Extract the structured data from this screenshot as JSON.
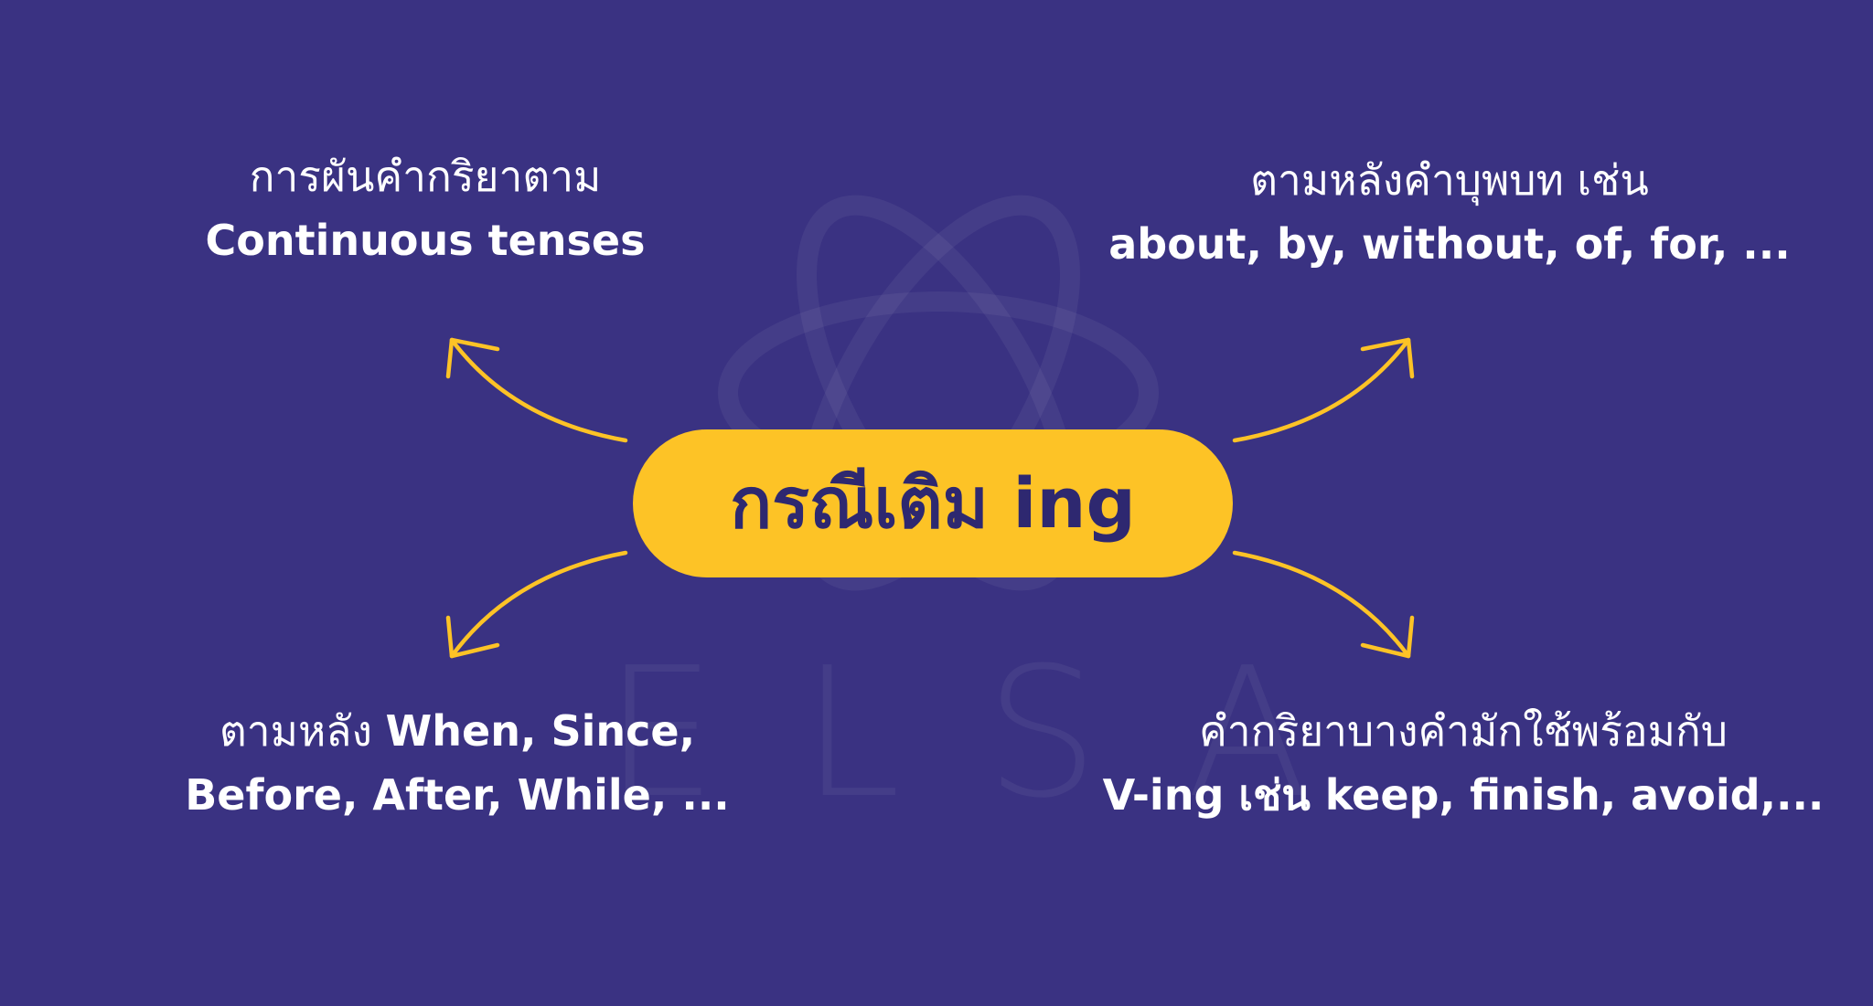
{
  "center": {
    "label": "กรณีเติม ing"
  },
  "watermark": {
    "text": "ELSA"
  },
  "branches": {
    "top_left": {
      "line1": "การผันคำกริยาตาม",
      "line2": "Continuous tenses"
    },
    "top_right": {
      "line1": "ตามหลังคำบุพบท เช่น",
      "line2": "about, by, without, of, for, ..."
    },
    "bottom_left": {
      "line1_prefix": "ตามหลัง ",
      "line1_bold": "When, Since,",
      "line2": "Before, After, While, ..."
    },
    "bottom_right": {
      "line1": "คำกริยาบางคำมักใช้พร้อมกับ",
      "line2": "V-ing เช่น keep, finish, avoid,..."
    }
  },
  "colors": {
    "background": "#3a3282",
    "accent": "#fdc326",
    "center_text": "#2e2870",
    "label_text": "#ffffff"
  }
}
